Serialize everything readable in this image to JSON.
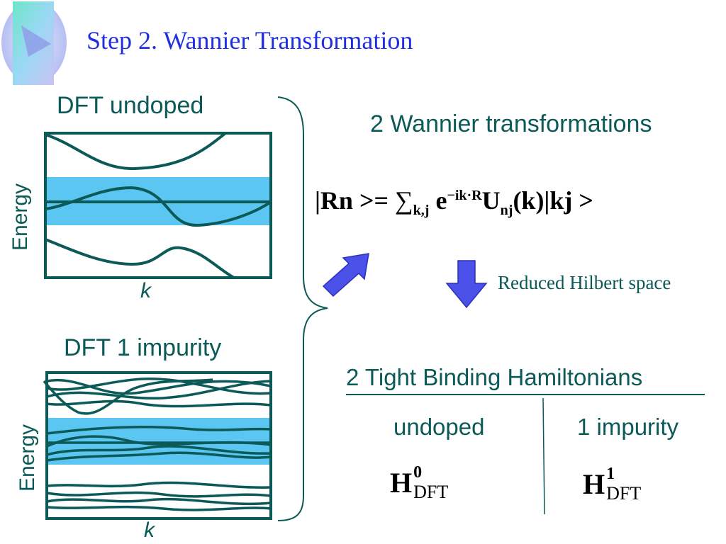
{
  "slide": {
    "title": "Step 2.  Wannier Transformation",
    "panel_top": {
      "label": "DFT undoped",
      "ylabel": "Energy",
      "xlabel": "k"
    },
    "panel_bottom": {
      "label": "DFT 1 impurity",
      "ylabel": "Energy",
      "xlabel": "k"
    },
    "heading": "2 Wannier transformations",
    "formula": {
      "bra": "|Rn >= ",
      "sum": "∑",
      "sum_sub": "k,j",
      "exp_base": "e",
      "exp_sup": "−ik·R",
      "u": "U",
      "u_sub": "nj",
      "tail": "(k)|kj >"
    },
    "reduced": "Reduced Hilbert space",
    "tb_heading": "2 Tight Binding Hamiltonians",
    "col_undoped": "undoped",
    "col_impurity": "1 impurity",
    "h0": {
      "base": "H",
      "sup": "0",
      "sub": "DFT"
    },
    "h1": {
      "base": "H",
      "sup": "1",
      "sub": "DFT"
    }
  },
  "colors": {
    "title": "#1f2fe0",
    "band_line": "#0b5a58",
    "highlight": "#5cc6f2",
    "arrow": "#4a50e8"
  },
  "icons": [
    "slide-logo-icon",
    "arrow-up-right-icon",
    "arrow-down-icon",
    "brace-icon"
  ]
}
